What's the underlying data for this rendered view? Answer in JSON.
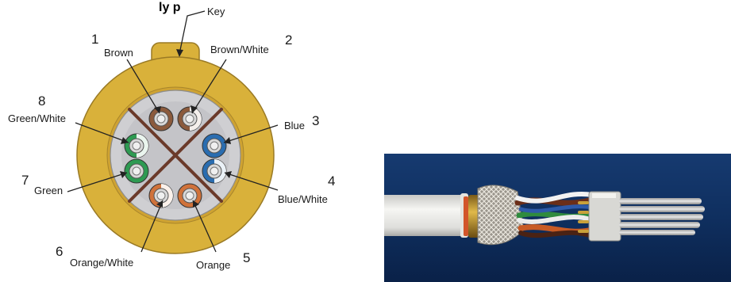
{
  "diagram": {
    "title_fragment": "ly p",
    "key_label": "Key",
    "pins": [
      {
        "number": "1",
        "label": "Brown",
        "color": "#8b5a3c",
        "striped": false
      },
      {
        "number": "2",
        "label": "Brown/White",
        "color": "#8b5a3c",
        "striped": true
      },
      {
        "number": "3",
        "label": "Blue",
        "color": "#2a6db0",
        "striped": false
      },
      {
        "number": "4",
        "label": "Blue/White",
        "color": "#2a6db0",
        "striped": true
      },
      {
        "number": "5",
        "label": "Orange",
        "color": "#d0723a",
        "striped": false
      },
      {
        "number": "6",
        "label": "Orange/White",
        "color": "#d0723a",
        "striped": true
      },
      {
        "number": "7",
        "label": "Green",
        "color": "#2e9a52",
        "striped": false
      },
      {
        "number": "8",
        "label": "Green/White",
        "color": "#2e9a52",
        "striped": true
      }
    ],
    "colors": {
      "shell": "#d9b13a",
      "shell_dark": "#b8902a",
      "insert": "#c9c9cc",
      "divider": "#6b3a2a"
    }
  },
  "photo": {
    "colors": {
      "background": "#0f2f5f",
      "jacket": "#eeeeea"
    }
  }
}
